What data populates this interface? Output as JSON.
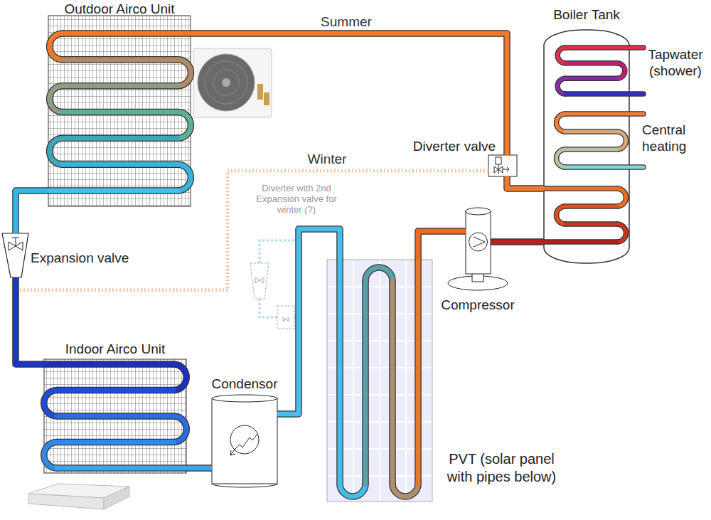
{
  "diagram": {
    "nodes": [
      {
        "text": [
          "Outdoor Airco Unit"
        ]
      },
      {
        "text": [
          "Boiler Tank"
        ]
      },
      {
        "text": [
          "Diverter valve"
        ]
      },
      {
        "text": [
          "Diverter with 2nd Expansion valve for winter (?)"
        ]
      },
      {
        "text": [
          "Expansion valve"
        ]
      },
      {
        "text": [
          "Compressor"
        ]
      },
      {
        "text": [
          "Indoor Airco Unit"
        ]
      },
      {
        "text": [
          "Condensor"
        ]
      },
      {
        "text": [
          "PVT (solar panel with pipes below)"
        ]
      }
    ],
    "edges": [
      {
        "from": 0,
        "to": 2,
        "label": "Summer",
        "arrow": "none"
      },
      {
        "from": 2,
        "to": 1,
        "arrow": "none"
      },
      {
        "from": 1,
        "to": 5,
        "arrow": "none"
      },
      {
        "from": 5,
        "to": 8,
        "arrow": "none"
      },
      {
        "from": 8,
        "to": 7,
        "arrow": "none"
      },
      {
        "from": 7,
        "to": 6,
        "arrow": "none"
      },
      {
        "from": 4,
        "to": 6,
        "arrow": "none"
      },
      {
        "from": 0,
        "to": 4,
        "arrow": "none"
      },
      {
        "from": 2,
        "to": 4,
        "label": "Winter",
        "arrow": "none"
      }
    ],
    "labels": [
      "Tapwater (shower)",
      "Central heating"
    ]
  }
}
